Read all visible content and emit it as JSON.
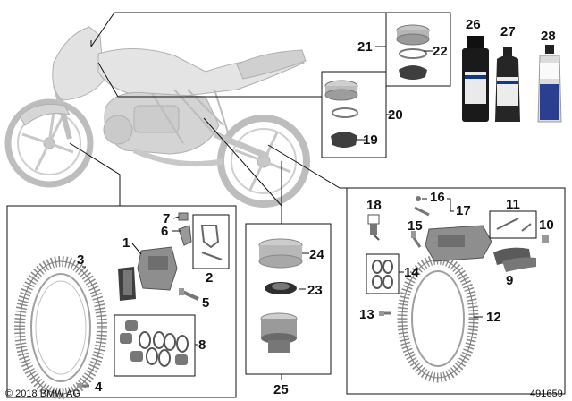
{
  "copyright": "© 2018 BMW AG",
  "diagram_id": "491659",
  "callouts": {
    "c1": "1",
    "c2": "2",
    "c3": "3",
    "c4": "4",
    "c5": "5",
    "c6": "6",
    "c7": "7",
    "c8": "8",
    "c9": "9",
    "c10": "10",
    "c11": "11",
    "c12": "12",
    "c13": "13",
    "c14": "14",
    "c15": "15",
    "c16": "16",
    "c17": "17",
    "c18": "18",
    "c19": "19",
    "c20": "20",
    "c21": "21",
    "c22": "22",
    "c23": "23",
    "c24": "24",
    "c25": "25",
    "c26": "26",
    "c27": "27",
    "c28": "28"
  },
  "colors": {
    "line": "#111111",
    "bike": "#d8d8d8",
    "bike_edge": "#a8a8a8",
    "part": "#8a8a8a",
    "part_dark": "#3e3e3e",
    "fluid_label": "#0b3a8c"
  }
}
